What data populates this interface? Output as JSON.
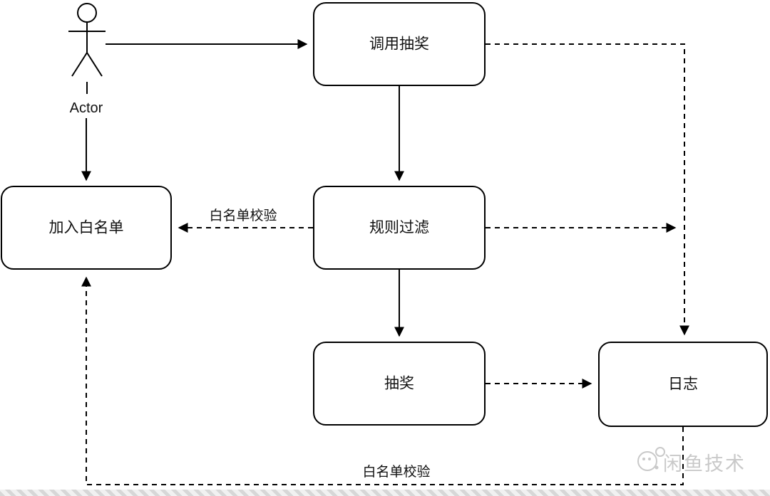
{
  "diagram": {
    "actor_label": "Actor",
    "nodes": {
      "call_lottery": "调用抽奖",
      "join_whitelist": "加入白名单",
      "rule_filter": "规则过滤",
      "lottery": "抽奖",
      "log": "日志"
    },
    "edges": {
      "whitelist_check_mid_label": "白名单校验",
      "whitelist_check_bottom_label": "白名单校验"
    },
    "watermark_text": "闲鱼技术",
    "colors": {
      "line": "#000000",
      "node_fill": "#ffffff",
      "watermark": "#c9c9c9",
      "background": "#ffffff"
    }
  }
}
